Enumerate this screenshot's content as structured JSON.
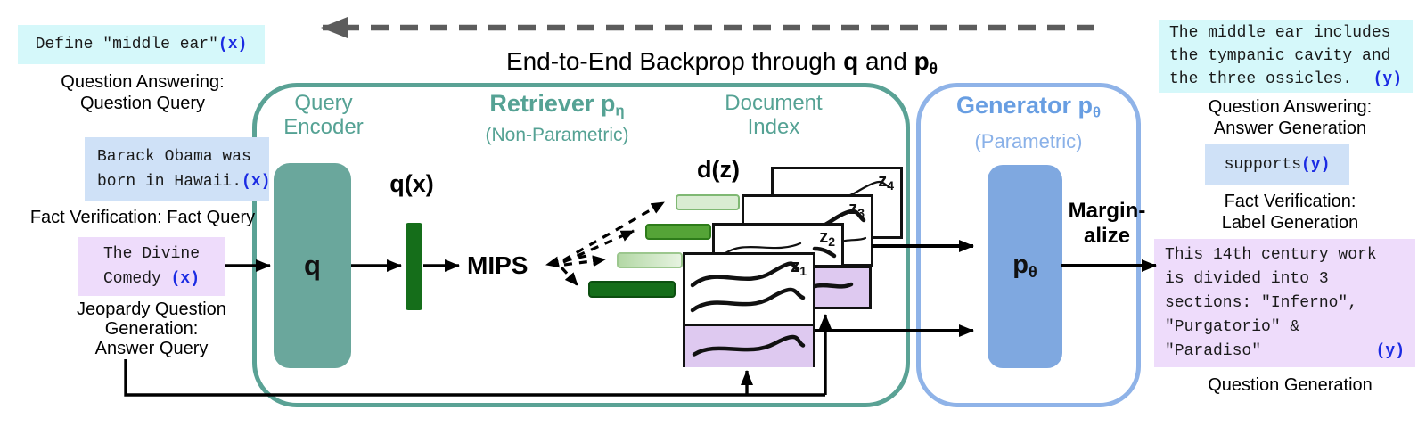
{
  "title": {
    "part1": "End-to-End Backprop through ",
    "q": "q",
    "part2": " and ",
    "p": "p",
    "p_sub": "θ"
  },
  "left_tasks": [
    {
      "lines": [
        "Define \"middle ear\""
      ],
      "var": "(x)",
      "caption_lines": [
        "Question Answering:",
        "Question Query"
      ]
    },
    {
      "lines": [
        "Barack Obama was",
        "born in Hawaii."
      ],
      "var": "(x)",
      "caption_lines": [
        "Fact Verification: Fact Query"
      ]
    },
    {
      "lines": [
        "The Divine",
        "Comedy "
      ],
      "var": "(x)",
      "caption_lines": [
        "Jeopardy Question",
        "Generation:",
        "Answer Query"
      ]
    }
  ],
  "right_tasks": [
    {
      "lines": [
        "The middle ear includes",
        "the tympanic cavity and",
        "the three ossicles."
      ],
      "var": "(y)",
      "caption_lines": [
        "Question Answering:",
        "Answer Generation"
      ]
    },
    {
      "lines": [
        "supports "
      ],
      "var": "(y)",
      "caption_lines": [
        "Fact Verification:",
        "Label Generation"
      ]
    },
    {
      "lines": [
        "This 14th century work",
        "is divided into 3",
        "sections: \"Inferno\",",
        "\"Purgatorio\" &",
        "\"Paradiso\""
      ],
      "var": "(y)",
      "caption_lines": [
        "Question Generation"
      ]
    }
  ],
  "retriever": {
    "query_encoder_lines": [
      "Query",
      "Encoder"
    ],
    "title": "Retriever p",
    "title_sub": "η",
    "subtitle": "(Non-Parametric)",
    "q_label": "q",
    "qx_label": "q(x)",
    "mips_label": "MIPS",
    "dz_label": "d(z)",
    "doc_index_lines": [
      "Document",
      "Index"
    ],
    "cards": [
      {
        "label": "z",
        "sub": "4"
      },
      {
        "label": "z",
        "sub": "3"
      },
      {
        "label": "z",
        "sub": "2"
      },
      {
        "label": "z",
        "sub": "1"
      }
    ]
  },
  "generator": {
    "title": "Generator p",
    "title_sub": "θ",
    "subtitle": "(Parametric)",
    "p_label": "p",
    "p_label_sub": "θ",
    "marginalize_lines": [
      "Margin-",
      "alize"
    ]
  },
  "colors": {
    "teal_border": "#5aa295",
    "teal_text": "#55a294",
    "teal_fill": "#6aa79c",
    "blue_border": "#8fb3e8",
    "blue_title": "#689ee2",
    "blue_fill": "#7fa8e0",
    "dark_green": "#156e1a",
    "mid_green": "#55a437",
    "pale_green": "#d9ecd2",
    "cyan_box": "#d5f8fa",
    "lightblue_box": "#cfe1f7",
    "purple_box": "#eedcfb",
    "card_purple": "#dec9f0",
    "var_blue": "#1b2be3",
    "backprop_gray": "#5c5c5c"
  }
}
